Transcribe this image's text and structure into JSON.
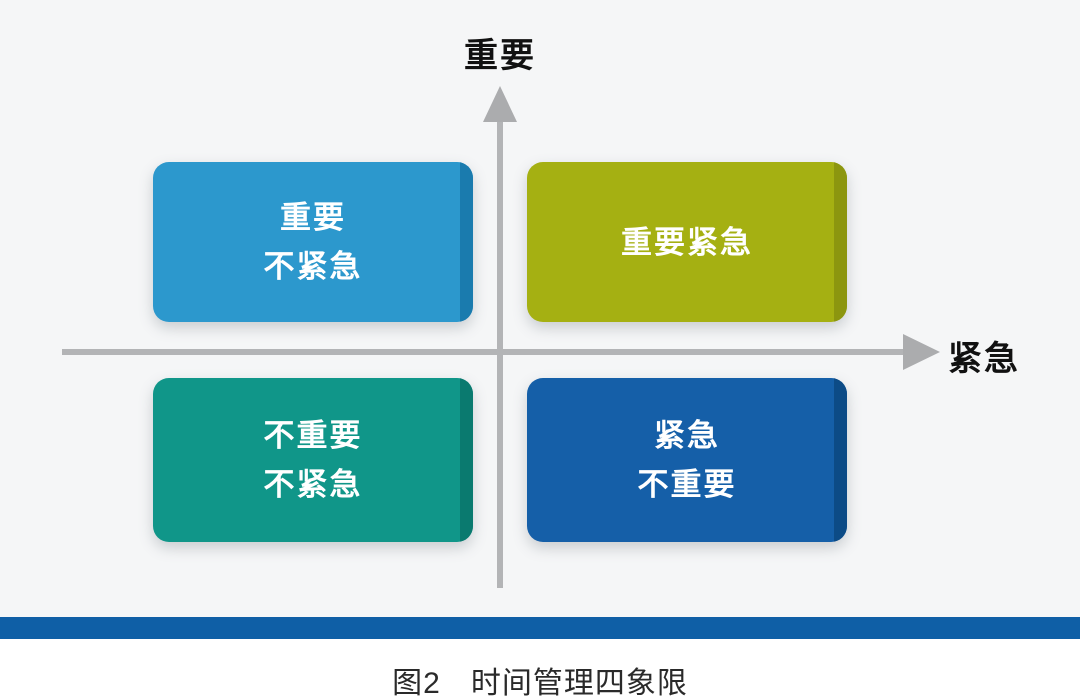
{
  "axes": {
    "y_label": "重要",
    "x_label": "紧急"
  },
  "quadrants": [
    {
      "id": "important-not-urgent",
      "lines": [
        "重要",
        "不紧急"
      ],
      "color": "#2C98CD",
      "edge": "#1A7BAE"
    },
    {
      "id": "important-urgent",
      "lines": [
        "重要紧急"
      ],
      "color": "#A5B012",
      "edge": "#8C960F"
    },
    {
      "id": "not-important-not-urgent",
      "lines": [
        "不重要",
        "不紧急"
      ],
      "color": "#109689",
      "edge": "#0A7A6F"
    },
    {
      "id": "urgent-not-important",
      "lines": [
        "紧急",
        "不重要"
      ],
      "color": "#155FA8",
      "edge": "#0C4B86"
    }
  ],
  "caption": {
    "figure_label": "图2",
    "title": "时间管理四象限"
  },
  "colors": {
    "axis": "#ABACAE",
    "divider": "#0F5FA6",
    "diagram_background": "#F5F6F7",
    "box_text": "#FFFFFF"
  }
}
